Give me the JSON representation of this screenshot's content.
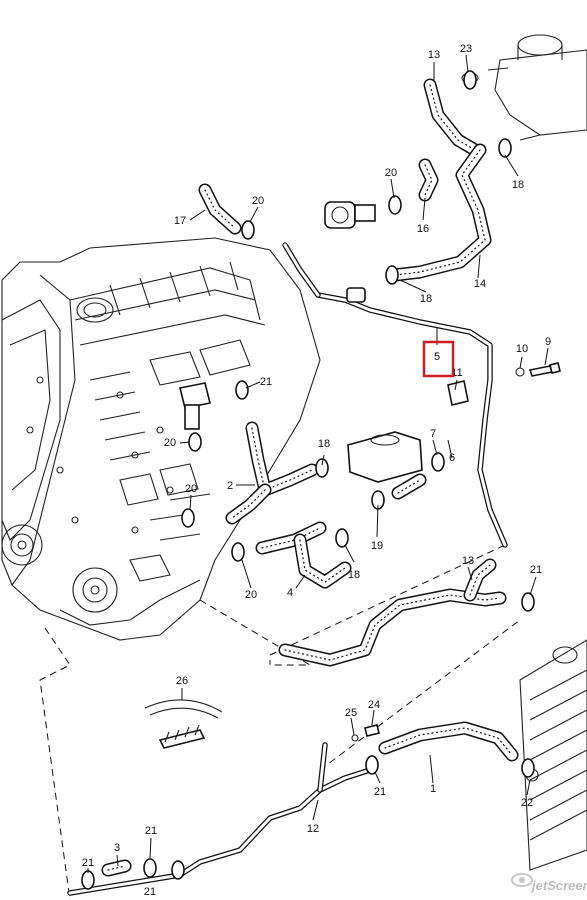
{
  "diagram": {
    "part_labels": [
      "13",
      "23",
      "18",
      "20",
      "16",
      "17",
      "20",
      "18",
      "14",
      "5",
      "10",
      "9",
      "11",
      "21",
      "20",
      "2",
      "18",
      "7",
      "6",
      "20",
      "4",
      "19",
      "18",
      "20",
      "13",
      "21",
      "26",
      "25",
      "24",
      "1",
      "21",
      "22",
      "12",
      "21",
      "3",
      "21",
      "21"
    ],
    "highlighted_label": "5",
    "highlight_color": "#cc1f1f"
  },
  "watermark": {
    "text": "jetScreenshot"
  }
}
